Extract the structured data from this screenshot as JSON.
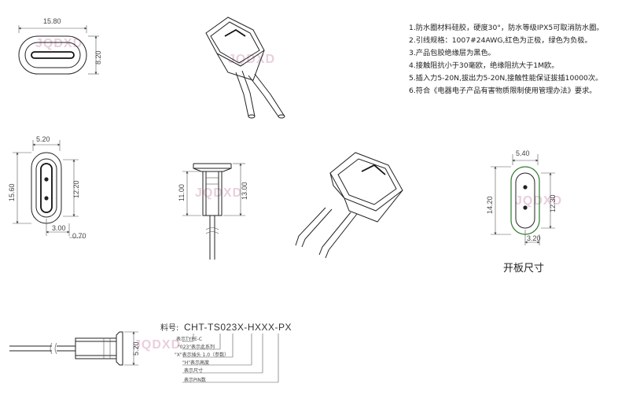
{
  "notes": [
    "1.防水圈材料硅胶，硬度30°，防水等级IPX5可取消防水圈。",
    "2.引线规格：1007#24AWG,红色为正极，绿色为负极。",
    "3.产品包胶绝缘层为黑色。",
    "4.接触阻抗小于30毫欧，绝缘阻抗大于1M欧。",
    "5.插入力5-20N,拔出力5-20N,接触性能保证拔插10000次。",
    "6.符合《电器电子产品有害物质限制使用管理办法》要求。"
  ],
  "watermark": "JQDXD",
  "front_view": {
    "width": "15.80",
    "height": "8.20"
  },
  "slot_view": {
    "width": "5.20",
    "height": "15.60",
    "inner_height": "12.20",
    "offset": "3.00",
    "thickness": "0.70"
  },
  "side_view": {
    "body_length": "11.00",
    "total_length": "13.00"
  },
  "panel_cutout": {
    "width": "5.40",
    "height": "14.20",
    "inner_height": "12.30",
    "offset": "3.20",
    "caption": "开板尺寸"
  },
  "part_number": {
    "label": "料号:",
    "code": "CHT-TS023X-HXXX-PX",
    "legend": [
      "表示TYPE-C",
      "\"023\"表示此系列",
      "\"X\"表示插头 1.0（参数）",
      "\"H\"表示高度",
      "表示尺寸",
      "表示PIN数"
    ]
  },
  "bottom_view": {
    "height": "5.20"
  }
}
